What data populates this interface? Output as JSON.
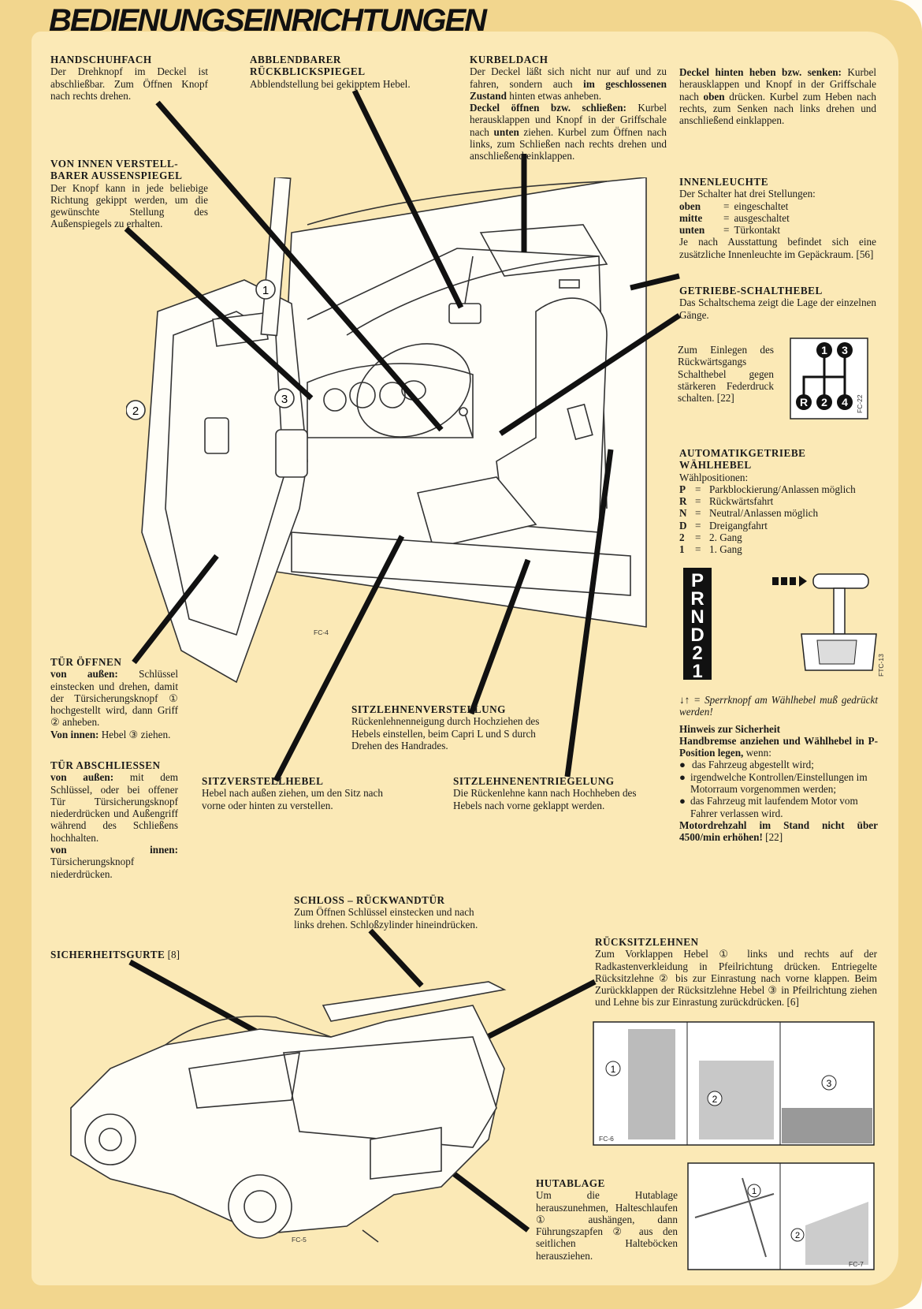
{
  "title": "BEDIENUNGSEINRICHTUNGEN",
  "handschuhfach": {
    "heading": "HANDSCHUHFACH",
    "text": "Der Drehknopf im Deckel ist abschließbar. Zum Öffnen Knopf nach rechts drehen."
  },
  "abblendbarer": {
    "heading1": "ABBLENDBARER",
    "heading2": "RÜCKBLICKSPIEGEL",
    "text": "Abblendstellung bei gekipptem Hebel."
  },
  "kurbeldach": {
    "heading": "KURBELDACH",
    "t1": "Der Deckel läßt sich nicht nur auf und zu fahren, sondern auch ",
    "t1b": "im geschlossenen Zustand",
    "t1c": " hinten etwas anheben.",
    "t2b": "Deckel öffnen bzw. schließen:",
    "t2": " Kurbel herausklappen und Knopf in der Griffschale nach ",
    "t2u": "unten",
    "t2c": " ziehen. Kurbel zum Öffnen nach links, zum Schließen nach rechts drehen und anschließend einklappen.",
    "t3b": "Deckel hinten heben bzw. senken:",
    "t3": " Kurbel herausklappen und Knopf in der Griffschale nach ",
    "t3o": "oben",
    "t3c": " drücken. Kurbel zum Heben nach rechts, zum Senken nach links drehen und anschließend einklappen."
  },
  "aussenspiegel": {
    "heading1": "VON INNEN VERSTELL-",
    "heading2": "BARER AUSSENSPIEGEL",
    "text": "Der Knopf kann in jede beliebige Richtung gekippt werden, um die gewünschte Stellung des Außenspiegels zu erhalten."
  },
  "innenleuchte": {
    "heading": "INNENLEUCHTE",
    "intro": "Der Schalter hat drei Stellungen:",
    "rows": [
      {
        "k": "oben",
        "v": "eingeschaltet"
      },
      {
        "k": "mitte",
        "v": "ausgeschaltet"
      },
      {
        "k": "unten",
        "v": "Türkontakt"
      }
    ],
    "eq": "=",
    "text": "Je nach Ausstattung befindet sich eine zusätzliche Innenleuchte im Gepäckraum. [56]"
  },
  "getriebe": {
    "heading": "GETRIEBE-SCHALTHEBEL",
    "text": "Das Schaltschema zeigt die Lage der einzelnen Gänge.",
    "reverse_text": "Zum Einlegen des Rückwärtsgangs Schalthebel gegen stärkeren Federdruck schalten. [22]",
    "gears": [
      "1",
      "3",
      "R",
      "2",
      "4"
    ],
    "code": "FC-22"
  },
  "automatik": {
    "heading1": "AUTOMATIKGETRIEBE",
    "heading2": "WÄHLHEBEL",
    "intro": "Wählpositionen:",
    "rows": [
      {
        "k": "P",
        "v": "Parkblockierung/Anlassen möglich"
      },
      {
        "k": "R",
        "v": "Rückwärtsfahrt"
      },
      {
        "k": "N",
        "v": "Neutral/Anlassen möglich"
      },
      {
        "k": "D",
        "v": "Dreigangfahrt"
      },
      {
        "k": "2",
        "v": "2. Gang"
      },
      {
        "k": "1",
        "v": "1. Gang"
      }
    ],
    "positions": [
      "P",
      "R",
      "N",
      "D",
      "2",
      "1"
    ],
    "code": "FTC-13",
    "note": "↓↑ = Sperrknopf am Wählhebel muß gedrückt werden!",
    "safety_heading": "Hinweis zur Sicherheit",
    "safety_bold": "Handbremse anziehen und Wählhebel in P-Position legen,",
    "safety_when": " wenn:",
    "bullets": [
      "das Fahrzeug abgestellt wird;",
      "irgendwelche Kontrollen/Einstellungen im Motorraum vorgenommen werden;",
      "das Fahrzeug mit laufendem Motor vom Fahrer verlassen wird."
    ],
    "final_bold": "Motordrehzahl im Stand nicht über 4500/min erhöhen!",
    "final_ref": " [22]"
  },
  "tuer_oeffnen": {
    "heading": "TÜR ÖFFNEN",
    "b1": "von außen:",
    "t1": " Schlüssel einstecken und drehen, damit der Türsicherungsknopf ① hochgestellt wird, dann Griff ② anheben.",
    "b2": "Von innen:",
    "t2": " Hebel ③ ziehen."
  },
  "tuer_abschliessen": {
    "heading": "TÜR ABSCHLIESSEN",
    "b1": "von außen:",
    "t1": " mit dem Schlüssel, oder bei offener Tür Türsicherungsknopf niederdrücken und Außengriff während des Schließens hochhalten.",
    "b2": "von innen:",
    "t2": " Türsicherungsknopf niederdrücken."
  },
  "sitzlehnenverstellung": {
    "heading": "SITZLEHNENVERSTELLUNG",
    "text": "Rückenlehnenneigung durch Hochziehen des Hebels einstellen, beim Capri L und S durch Drehen des Handrades."
  },
  "sitzverstellhebel": {
    "heading": "SITZVERSTELLHEBEL",
    "text": "Hebel nach außen ziehen, um den Sitz nach vorne oder hinten zu verstellen."
  },
  "sitzlehnenentriegelung": {
    "heading": "SITZLEHNENENTRIEGELUNG",
    "text": "Die Rückenlehne kann nach Hochheben des Hebels nach vorne geklappt werden."
  },
  "schloss": {
    "heading": "SCHLOSS – RÜCKWANDTÜR",
    "text": "Zum Öffnen Schlüssel einstecken und nach links drehen. Schloßzylinder hineindrücken."
  },
  "sicherheitsgurte": {
    "heading": "SICHERHEITSGURTE",
    "ref": " [8]"
  },
  "ruecksitzlehnen": {
    "heading": "RÜCKSITZLEHNEN",
    "text": "Zum Vorklappen Hebel ① links und rechts auf der Radkastenverkleidung in Pfeilrichtung drücken. Entriegelte Rücksitzlehne ② bis zur Einrastung nach vorne klappen. Beim Zurückklappen der Rücksitzlehne Hebel ③ in Pfeilrichtung ziehen und Lehne bis zur Einrastung zurückdrücken. [6]",
    "code": "FC-6"
  },
  "hutablage": {
    "heading": "HUTABLAGE",
    "text": "Um die Hutablage herauszunehmen, Halteschlaufen ① aushängen, dann Führungszapfen ② aus den seitlichen Halteböcken herausziehen.",
    "code": "FC-7"
  },
  "figure_labels": {
    "interior_code": "FC-4",
    "car_code": "FC-5",
    "n1": "1",
    "n2": "2",
    "n3": "3"
  }
}
